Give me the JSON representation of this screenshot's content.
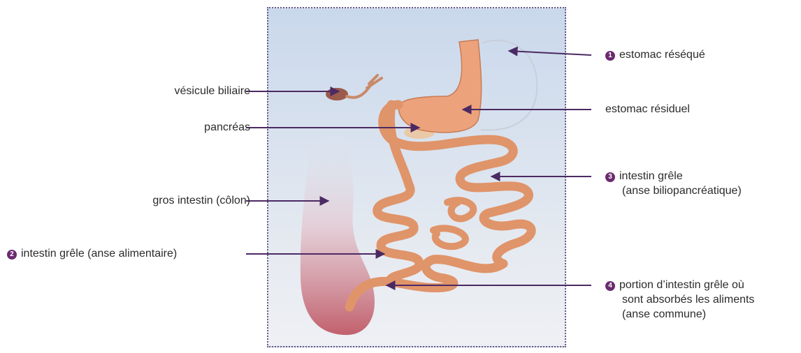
{
  "colors": {
    "arrow": "#4b2a63",
    "badge": "#6a2b6f",
    "intestine": "#e89b6e",
    "colon": "#c9707a",
    "frame": "#6b5a86"
  },
  "labels": {
    "vesicule": "vésicule biliaire",
    "pancreas": "pancréas",
    "gros_intestin": "gros intestin (côlon)",
    "anse_alimentaire": {
      "num": "2",
      "text": "intestin grêle (anse alimentaire)"
    },
    "estomac_reseque": {
      "num": "1",
      "text": "estomac réséqué"
    },
    "estomac_residuel": "estomac résiduel",
    "anse_bilio": {
      "num": "3",
      "line1": "intestin grêle",
      "line2": "(anse biliopancréatique)"
    },
    "anse_commune": {
      "num": "4",
      "line1": "portion d’intestin grêle où",
      "line2": "sont absorbés les aliments",
      "line3": "(anse commune)"
    }
  }
}
